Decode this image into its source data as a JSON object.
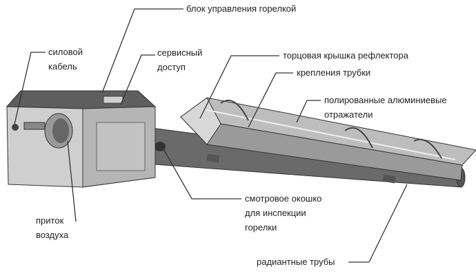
{
  "labels": {
    "control_unit": "блок управления горелкой",
    "power_cable": [
      "силовой",
      "кабель"
    ],
    "service_access": [
      "сервисный",
      "доступ"
    ],
    "end_cap": "торцовая крышка рефлектора",
    "tube_mounts": "крепления трубки",
    "reflectors": [
      "полированные алюминиевые",
      "отражатели"
    ],
    "sight_glass": [
      "смотровое окошко",
      "для инспекции",
      "горелки"
    ],
    "air_intake": [
      "приток",
      "воздуха"
    ],
    "radiant_tubes": "радиантные трубы"
  },
  "colors": {
    "box_light": "#c9c9c9",
    "box_dark": "#7a7a7a",
    "tube": "#6a6a6a",
    "reflector": "#a9a9a9",
    "leader": "#333333"
  }
}
